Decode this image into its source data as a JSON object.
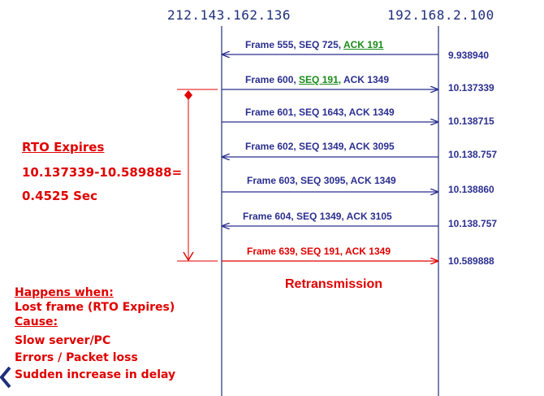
{
  "hosts": {
    "left": "212.143.162.136",
    "right": "192.168.2.100"
  },
  "frames": [
    {
      "pre": "Frame 555, SEQ 725, ",
      "mid": "ACK 191",
      "post": "",
      "dir": "left",
      "time": "9.938940",
      "color": "#2b2f8f"
    },
    {
      "pre": "Frame 600, ",
      "mid": "SEQ 191,",
      "post": " ACK 1349",
      "dir": "right",
      "time": "10.137339",
      "color": "#2b2f8f"
    },
    {
      "pre": "Frame 601, SEQ 1643, ACK 1349",
      "mid": "",
      "post": "",
      "dir": "right",
      "time": "10.138715",
      "color": "#2b2f8f"
    },
    {
      "pre": "Frame 602, SEQ 1349, ACK 3095",
      "mid": "",
      "post": "",
      "dir": "left",
      "time": "10.138.757",
      "color": "#2b2f8f"
    },
    {
      "pre": "Frame 603, SEQ 3095, ACK 1349",
      "mid": "",
      "post": "",
      "dir": "right",
      "time": "10.138860",
      "color": "#2b2f8f"
    },
    {
      "pre": "Frame 604, SEQ 1349, ACK 3105",
      "mid": "",
      "post": "",
      "dir": "left",
      "time": "10.138.757",
      "color": "#2b2f8f"
    },
    {
      "pre": "Frame 639, SEQ 191, ACK 1349",
      "mid": "",
      "post": "",
      "dir": "right",
      "time": "10.589888",
      "color": "#e00000"
    }
  ],
  "rto": {
    "line1": "RTO Expires",
    "line2": "10.137339-10.589888=",
    "line3": "0.4525 Sec"
  },
  "retransmission_label": "Retransmission",
  "notes": {
    "happens_when": "Happens when:",
    "lost_frame": "Lost frame (RTO Expires)",
    "cause": "Cause:",
    "slow": "Slow server/PC",
    "errors": "Errors / Packet loss",
    "delay": "Sudden increase in delay"
  },
  "colors": {
    "blue": "#2b2f8f",
    "red": "#e00000",
    "green": "#1a8a1a",
    "lifeline": "#1f2f7a"
  }
}
